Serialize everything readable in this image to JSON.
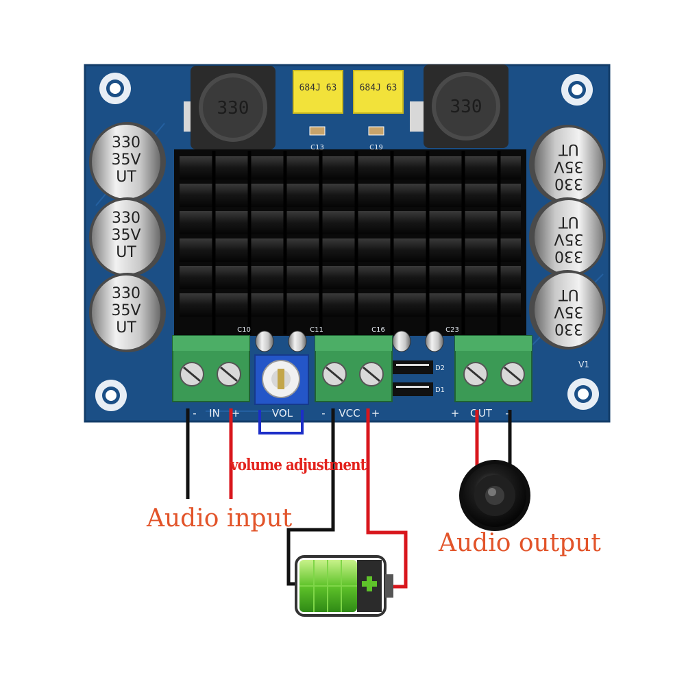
{
  "board": {
    "inductor_left": "330",
    "inductor_right": "330",
    "film_cap_left": "684J 63",
    "film_cap_right": "684J 63",
    "smd_labels": [
      "C13",
      "C19"
    ],
    "cap_text": [
      "330",
      "35V",
      "UT"
    ],
    "silk": {
      "c10": "C10",
      "c11": "C11",
      "c16": "C16",
      "c23": "C23",
      "v1": "V1",
      "d1": "D1",
      "d2": "D2",
      "in_minus": "-",
      "in": "IN",
      "in_plus": "+",
      "vol": "VOL",
      "vcc_minus": "-",
      "vcc": "VCC",
      "vcc_plus": "+",
      "out_plus": "+",
      "out": "OUT",
      "out_minus": "-"
    }
  },
  "labels": {
    "volume_adjustment": "volume adjustment",
    "audio_input": "Audio input",
    "audio_output": "Audio output"
  },
  "icons": [
    "battery-icon",
    "speaker-icon"
  ],
  "colors": {
    "pcb": "#1b4f86",
    "heatsink": "#111111",
    "terminal": "#3b9a55",
    "wire_red": "#d8161c",
    "wire_black": "#111111",
    "wire_blue": "#1c2ec8",
    "label_orange": "#e2542a",
    "battery_green": "#5fc32a"
  }
}
